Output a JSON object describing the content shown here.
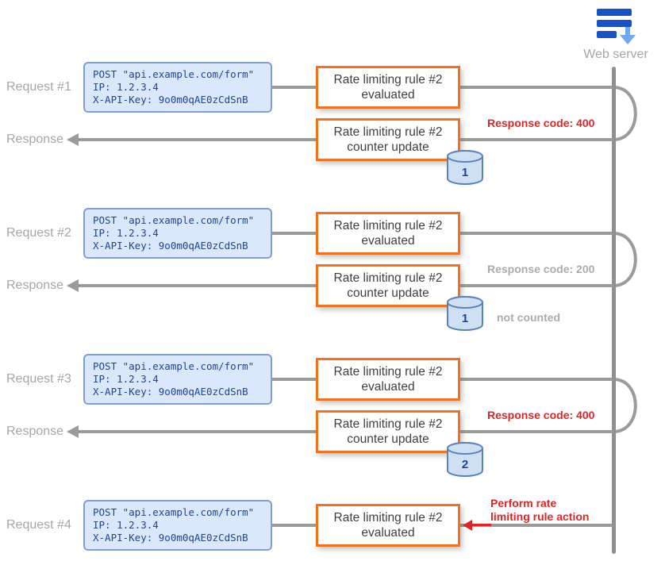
{
  "actor": {
    "label": "Web server",
    "icon": "server-logs-icon"
  },
  "colors": {
    "accent_orange": "#f5711d",
    "note_red": "#e02424",
    "note_gray": "#ababab",
    "line_gray": "#9b9b9b",
    "payload_bg_blue": "#dbe7fb",
    "payload_border_blue": "#7d9ed6",
    "payload_text_blue": "#1b4598",
    "cylinder_fill": "#cfe0f5",
    "cylinder_stroke": "#5a83b8"
  },
  "payload": {
    "line1": "POST \"api.example.com/form\"",
    "line2": "IP: 1.2.3.4",
    "line3": "X-API-Key: 9o0m0qAE0zCdSnB"
  },
  "boxes": {
    "evaluated_line1": "Rate limiting rule #2",
    "evaluated_line2": "evaluated",
    "counter_line1": "Rate limiting rule #2",
    "counter_line2": "counter update"
  },
  "groups": [
    {
      "request_label": "Request #1",
      "response_label": "Response",
      "counter": "1",
      "note": "Response code: 400"
    },
    {
      "request_label": "Request #2",
      "response_label": "Response",
      "counter": "1",
      "note": "Response code: 200",
      "note2": "not counted"
    },
    {
      "request_label": "Request #3",
      "response_label": "Response",
      "counter": "2",
      "note": "Response code: 400"
    },
    {
      "request_label": "Request #4",
      "action_line1": "Perform rate",
      "action_line2": "limiting rule action"
    }
  ]
}
